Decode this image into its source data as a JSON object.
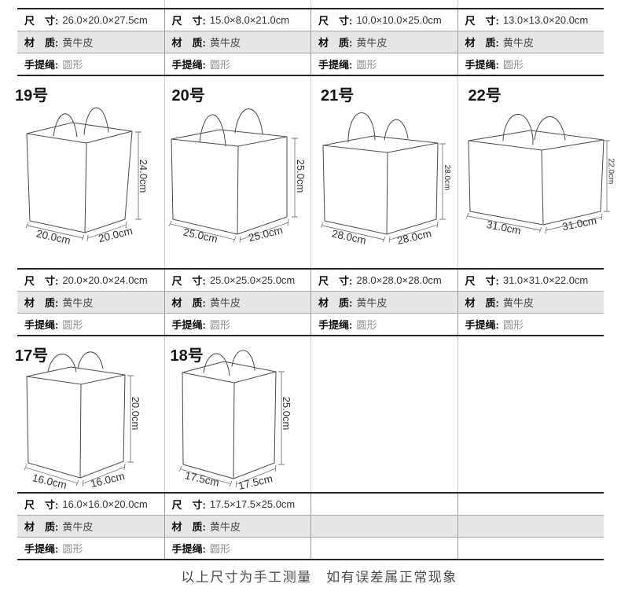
{
  "labels": {
    "size": "尺　寸:",
    "material": "材　质:",
    "handle": "手提绳:"
  },
  "specs": [
    {
      "sizes": [
        "26.0×20.0×27.5cm",
        "15.0×8.0×21.0cm",
        "10.0×10.0×25.0cm",
        "13.0×13.0×20.0cm"
      ],
      "materials": [
        "黄牛皮",
        "黄牛皮",
        "黄牛皮",
        "黄牛皮"
      ],
      "handles": [
        "圆形",
        "圆形",
        "圆形",
        "圆形"
      ]
    },
    {
      "sizes": [
        "20.0×20.0×24.0cm",
        "25.0×25.0×25.0cm",
        "28.0×28.0×28.0cm",
        "31.0×31.0×22.0cm"
      ],
      "materials": [
        "黄牛皮",
        "黄牛皮",
        "黄牛皮",
        "黄牛皮"
      ],
      "handles": [
        "圆形",
        "圆形",
        "圆形",
        "圆形"
      ]
    },
    {
      "sizes": [
        "16.0×16.0×20.0cm",
        "17.5×17.5×25.0cm",
        "",
        ""
      ],
      "materials": [
        "黄牛皮",
        "黄牛皮",
        "",
        ""
      ],
      "handles": [
        "圆形",
        "圆形",
        "",
        ""
      ]
    }
  ],
  "bags_row1": [
    {
      "number": "19号",
      "height": "24.0cm",
      "width_left": "20.0cm",
      "width_right": "20.0cm"
    },
    {
      "number": "20号",
      "height": "25.0cm",
      "width_left": "25.0cm",
      "width_right": "25.0cm"
    },
    {
      "number": "21号",
      "height": "28.0cm",
      "width_left": "28.0cm",
      "width_right": "28.0cm"
    },
    {
      "number": "22号",
      "height": "22.0cm",
      "width_left": "31.0cm",
      "width_right": "31.0cm"
    }
  ],
  "bags_row2": [
    {
      "number": "17号",
      "height": "20.0cm",
      "width_left": "16.0cm",
      "width_right": "16.0cm"
    },
    {
      "number": "18号",
      "height": "25.0cm",
      "width_left": "17.5cm",
      "width_right": "17.5cm"
    }
  ],
  "footer": {
    "note": "以上尺寸为手工测量　如有误差属正常现象"
  }
}
